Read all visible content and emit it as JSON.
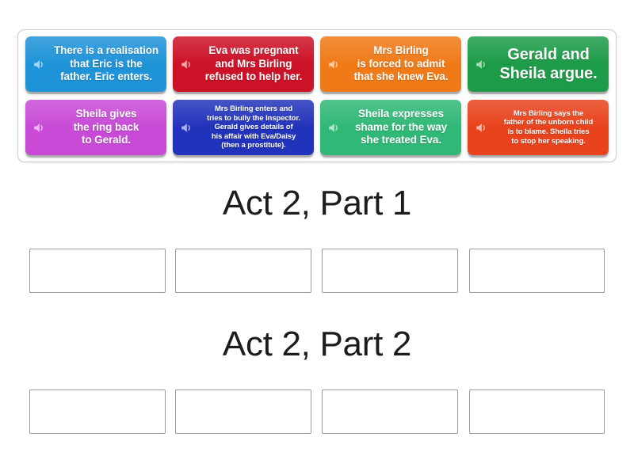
{
  "tray": {
    "tiles": [
      {
        "id": "tile-eric-realisation",
        "text": "There is a realisation\nthat Eric is the\nfather. Eric enters.",
        "color": "#1f93d8",
        "size": "fs-md",
        "icon": "speaker-icon"
      },
      {
        "id": "tile-eva-pregnant",
        "text": "Eva was pregnant\nand Mrs Birling\nrefused to help her.",
        "color": "#cc1227",
        "size": "fs-md",
        "icon": "speaker-icon"
      },
      {
        "id": "tile-mrs-birling-admit",
        "text": "Mrs Birling\nis forced to admit\nthat she knew Eva.",
        "color": "#f07a18",
        "size": "fs-md",
        "icon": "speaker-icon"
      },
      {
        "id": "tile-gerald-sheila-argue",
        "text": "Gerald and\nSheila argue.",
        "color": "#1d9b48",
        "size": "fs-lg",
        "icon": "speaker-icon"
      },
      {
        "id": "tile-sheila-ring-back",
        "text": "Sheila gives\nthe ring back\nto Gerald.",
        "color": "#c84ad6",
        "size": "fs-md",
        "icon": "speaker-icon"
      },
      {
        "id": "tile-mrs-birling-enters",
        "text": "Mrs Birling enters and\ntries to bully the Inspector.\nGerald gives details of\nhis affair with Eva/Daisy\n(then a prostitute).",
        "color": "#2233bb",
        "size": "fs-sm",
        "icon": "speaker-icon"
      },
      {
        "id": "tile-sheila-shame",
        "text": "Sheila expresses\nshame for the way\nshe treated Eva.",
        "color": "#30b877",
        "size": "fs-md",
        "icon": "speaker-icon"
      },
      {
        "id": "tile-mrs-birling-blame",
        "text": "Mrs Birling says the\nfather of the unborn child\nis to blame. Sheila tries\nto stop her speaking.",
        "color": "#e8431c",
        "size": "fs-sm",
        "icon": "speaker-icon"
      }
    ]
  },
  "sections": [
    {
      "id": "section-act2-part1",
      "title": "Act 2, Part 1",
      "slots": [
        "",
        "",
        "",
        ""
      ]
    },
    {
      "id": "section-act2-part2",
      "title": "Act 2, Part 2",
      "slots": [
        "",
        "",
        "",
        ""
      ]
    }
  ],
  "colors": {
    "page_background": "#ffffff",
    "tray_border": "#cfcfcf",
    "dropzone_border": "#9a9a9a",
    "heading_text": "#1c1c1c",
    "tile_text": "#ffffff"
  }
}
